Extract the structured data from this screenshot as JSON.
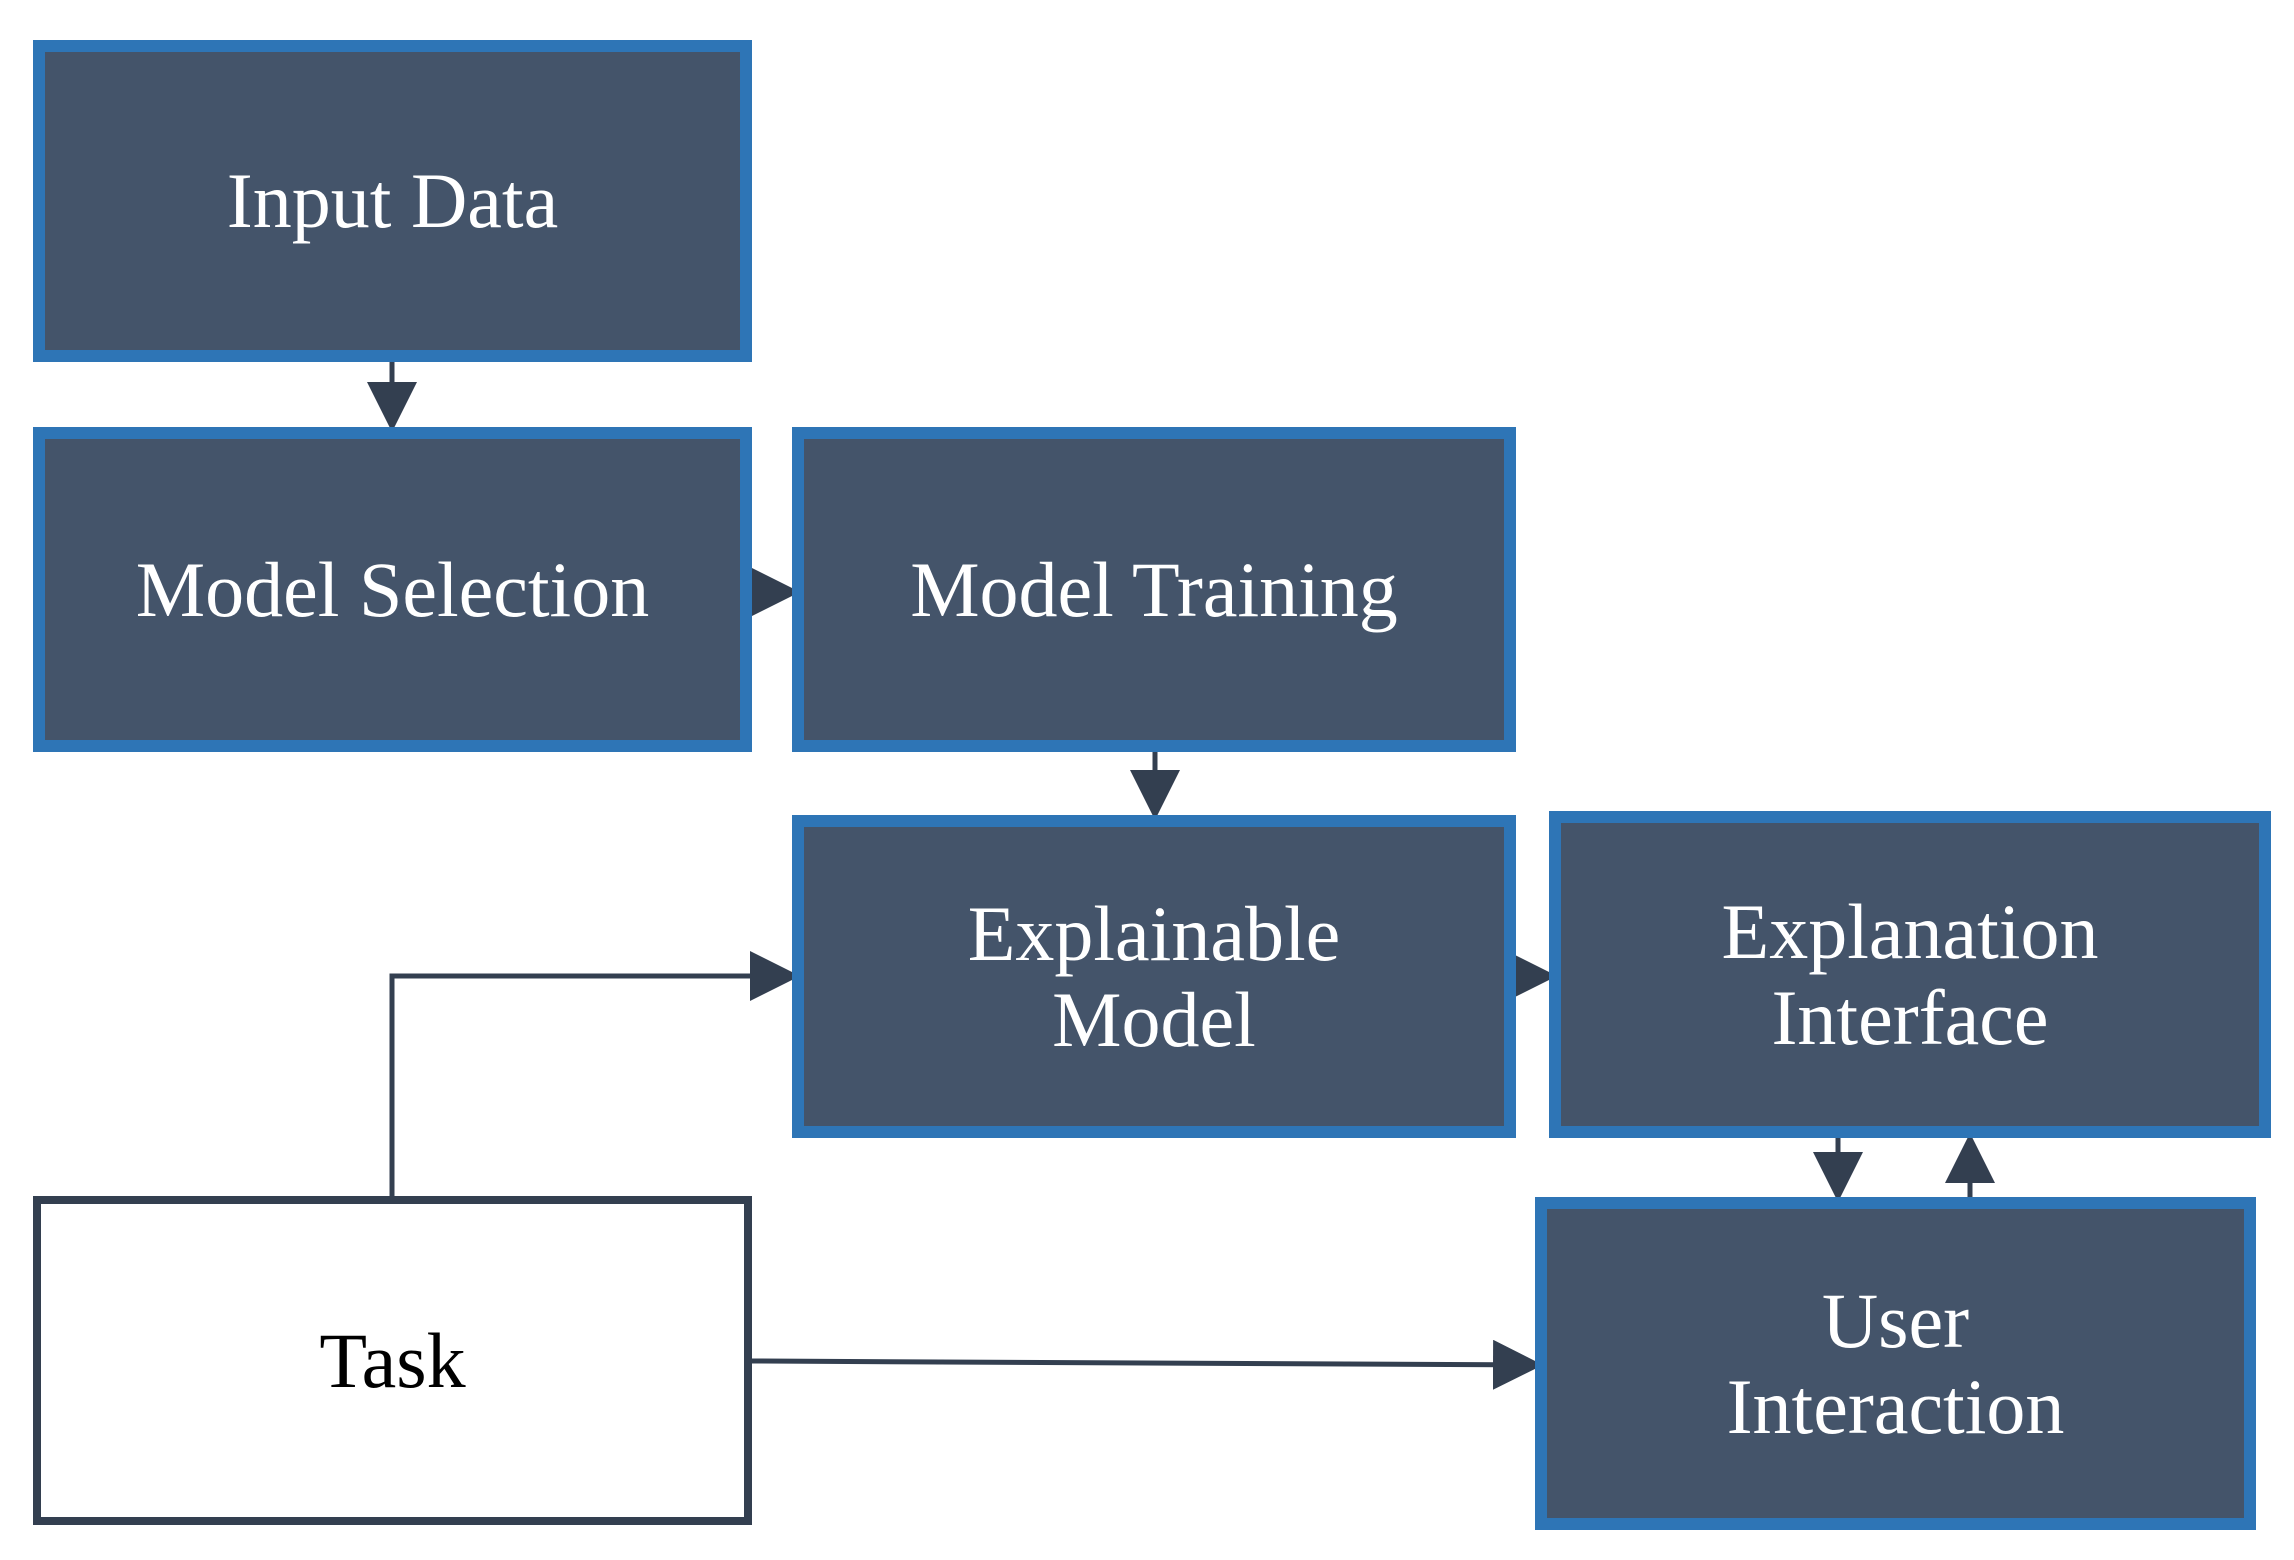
{
  "nodes": {
    "input_data": "Input Data",
    "model_selection": "Model Selection",
    "model_training": "Model Training",
    "explainable_model": "Explainable\nModel",
    "explanation_interface": "Explanation\nInterface",
    "task": "Task",
    "user_interaction": "User\nInteraction"
  },
  "edges": [
    {
      "from": "input_data",
      "to": "model_selection"
    },
    {
      "from": "model_selection",
      "to": "model_training"
    },
    {
      "from": "model_training",
      "to": "explainable_model"
    },
    {
      "from": "explainable_model",
      "to": "explanation_interface"
    },
    {
      "from": "task",
      "to": "explainable_model"
    },
    {
      "from": "task",
      "to": "user_interaction"
    },
    {
      "from": "explanation_interface",
      "to": "user_interaction"
    },
    {
      "from": "user_interaction",
      "to": "explanation_interface"
    }
  ],
  "colors": {
    "box_fill": "#44546a",
    "box_border": "#2e75b6",
    "task_border": "#333f50",
    "arrow": "#333f50",
    "text_on_box": "#ffffff",
    "text_on_task": "#000000"
  }
}
